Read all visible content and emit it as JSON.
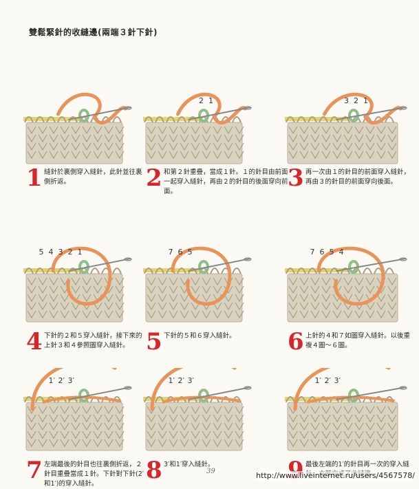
{
  "title": "雙鬆緊針的收縫邊(兩端３針下針)",
  "steps": [
    {
      "number": "1",
      "caption": "縫針於裏側穿入縫針，此針並往裏側折返。",
      "labels": []
    },
    {
      "number": "2",
      "caption": "和第２針重疊，當成１針。１的針目由前面一起穿入縫針，再由２的針目的後面穿向前面。",
      "labels": [
        "2",
        "1"
      ]
    },
    {
      "number": "3",
      "caption": "再一次由１的針目的前面穿入縫針，再由３的針目的前面穿向後面。",
      "labels": [
        "3",
        "2",
        "1"
      ]
    },
    {
      "number": "4",
      "caption": "下針的２和５穿入縫針，接下來的上針３和４參照圖穿入縫針。",
      "labels": [
        "5",
        "4",
        "3",
        "2",
        "1"
      ]
    },
    {
      "number": "5",
      "caption": "下針的５和６穿入縫針。",
      "labels": [
        "7",
        "6",
        "5"
      ]
    },
    {
      "number": "6",
      "caption": "上針的４和７如圖穿入縫針。以後重複４圖～６圖。",
      "labels": [
        "7",
        "6",
        "5",
        "4"
      ]
    },
    {
      "number": "7",
      "caption": "左端最後的針目也往裏側折返，２針目重疊當成１針。下針對下針(2′和1′)的穿入縫針。",
      "labels": [
        "1′",
        "2′",
        "3′"
      ]
    },
    {
      "number": "8",
      "caption": "3′和1′穿入縫針。",
      "labels": [
        "1′",
        "2′",
        "3′"
      ]
    },
    {
      "number": "9",
      "caption": "最後左端的1′的針目再一次的穿入縫針，亦即完成了收縫邊。",
      "labels": [
        "1′",
        "2′",
        "3′"
      ]
    }
  ],
  "page_number": "39",
  "watermark": "http://www.liveinternet.ru/users/4567578/",
  "colors": {
    "yarn_orange": "#e8935a",
    "knit_fabric": "#d9d2bf",
    "needle_yellow": "#e6d36a",
    "stitch_green": "#8fbf86",
    "step_number_red": "#d7262b"
  }
}
